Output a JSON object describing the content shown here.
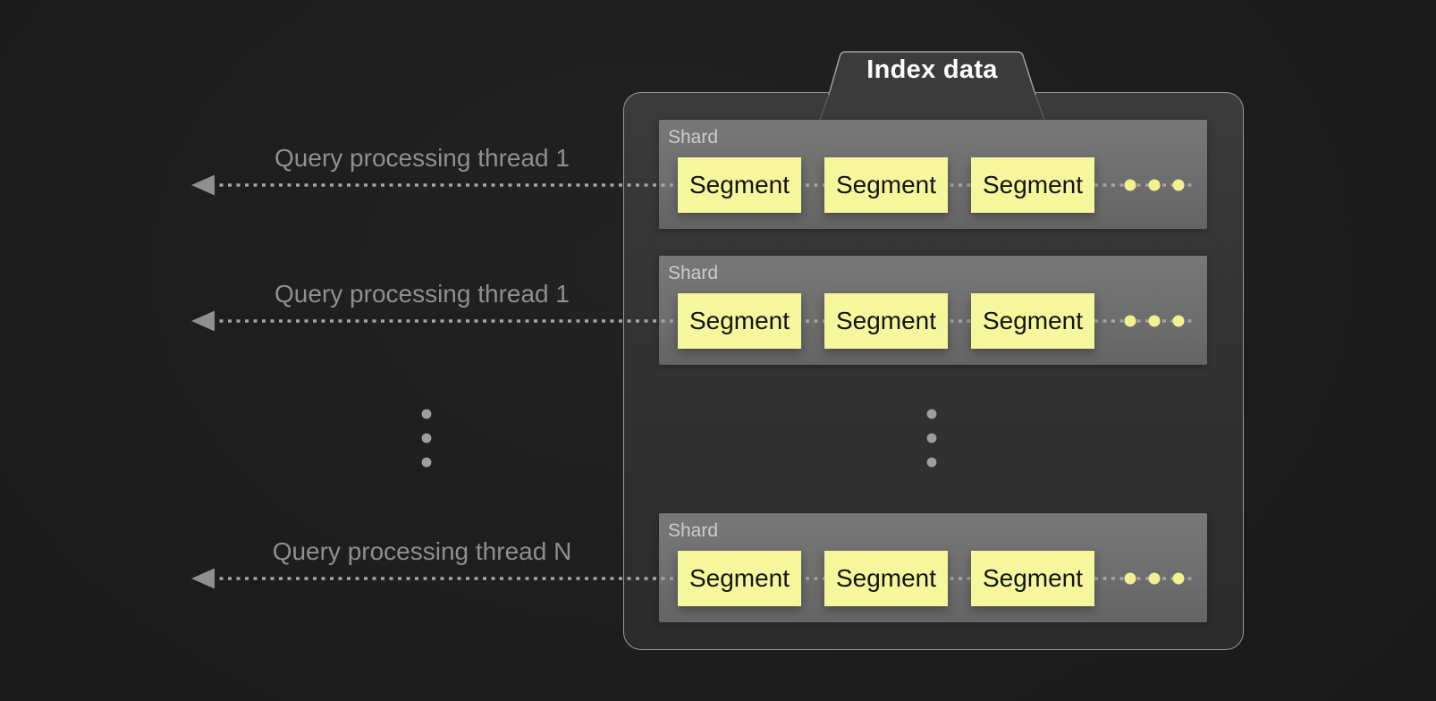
{
  "container": {
    "title": "Index data",
    "shards": [
      {
        "label": "Shard",
        "segments": [
          "Segment",
          "Segment",
          "Segment"
        ]
      },
      {
        "label": "Shard",
        "segments": [
          "Segment",
          "Segment",
          "Segment"
        ]
      },
      {
        "label": "Shard",
        "segments": [
          "Segment",
          "Segment",
          "Segment"
        ]
      }
    ]
  },
  "threads": [
    {
      "label": "Query processing thread 1"
    },
    {
      "label": "Query processing thread 1"
    },
    {
      "label": "Query processing thread N"
    }
  ],
  "colors": {
    "background": "#1b1b1b",
    "container_fill": "#333333",
    "container_border": "#989898",
    "shard_fill": "#6e6e6e",
    "segment_fill": "#f6f69d",
    "segment_text": "#141414",
    "arrow_gray": "#a4a4a4",
    "label_gray": "#8f8f8f",
    "shard_label_gray": "#cccccc",
    "title_white": "#ffffff",
    "ellipsis_dot_gray": "#9e9e9e",
    "more_dots_yellow": "#f1f18e"
  }
}
